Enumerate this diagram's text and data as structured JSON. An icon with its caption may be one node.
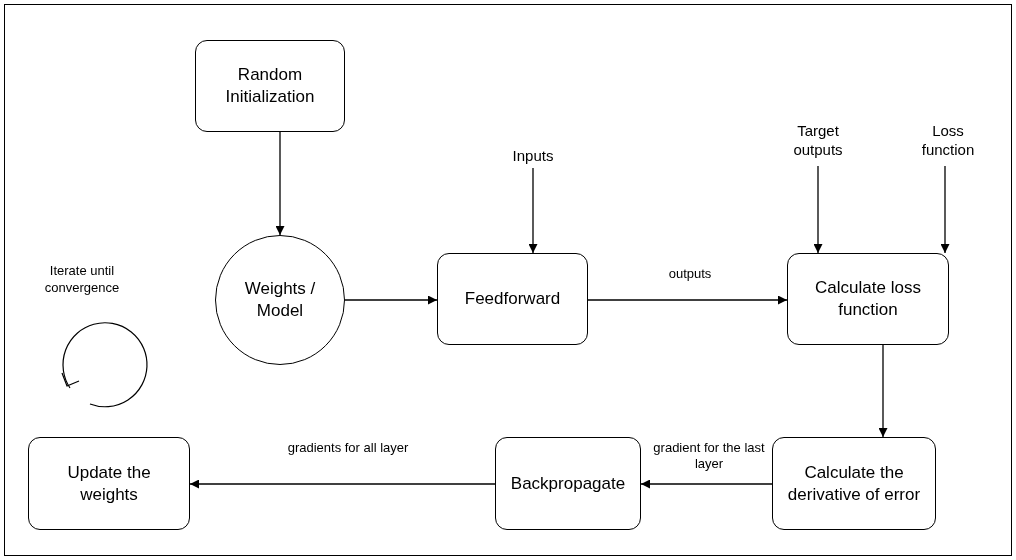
{
  "diagram": {
    "nodes": [
      {
        "text": [
          "Random Initialization"
        ]
      },
      {
        "text": [
          "Weights / Model"
        ]
      },
      {
        "text": [
          "Inputs"
        ]
      },
      {
        "text": [
          "Feedforward"
        ]
      },
      {
        "text": [
          "Target outputs"
        ]
      },
      {
        "text": [
          "Loss function"
        ]
      },
      {
        "text": [
          "Calculate loss function"
        ]
      },
      {
        "text": [
          "Calculate the derivative of error"
        ]
      },
      {
        "text": [
          "Backpropagate"
        ]
      },
      {
        "text": [
          "Update the weights"
        ]
      }
    ],
    "edges": [
      {
        "from": 0,
        "to": 1,
        "arrow": "to"
      },
      {
        "from": 1,
        "to": 3,
        "arrow": "to"
      },
      {
        "from": 2,
        "to": 3,
        "arrow": "to"
      },
      {
        "from": 3,
        "to": 6,
        "arrow": "to",
        "label": "outputs"
      },
      {
        "from": 4,
        "to": 6,
        "arrow": "to"
      },
      {
        "from": 5,
        "to": 6,
        "arrow": "to"
      },
      {
        "from": 6,
        "to": 7,
        "arrow": "to"
      },
      {
        "from": 7,
        "to": 8,
        "arrow": "to",
        "label": "gradient for the last layer"
      },
      {
        "from": 8,
        "to": 9,
        "arrow": "to",
        "label": "gradients for all layer"
      }
    ],
    "labels": [
      "Iterate until convergence"
    ]
  }
}
